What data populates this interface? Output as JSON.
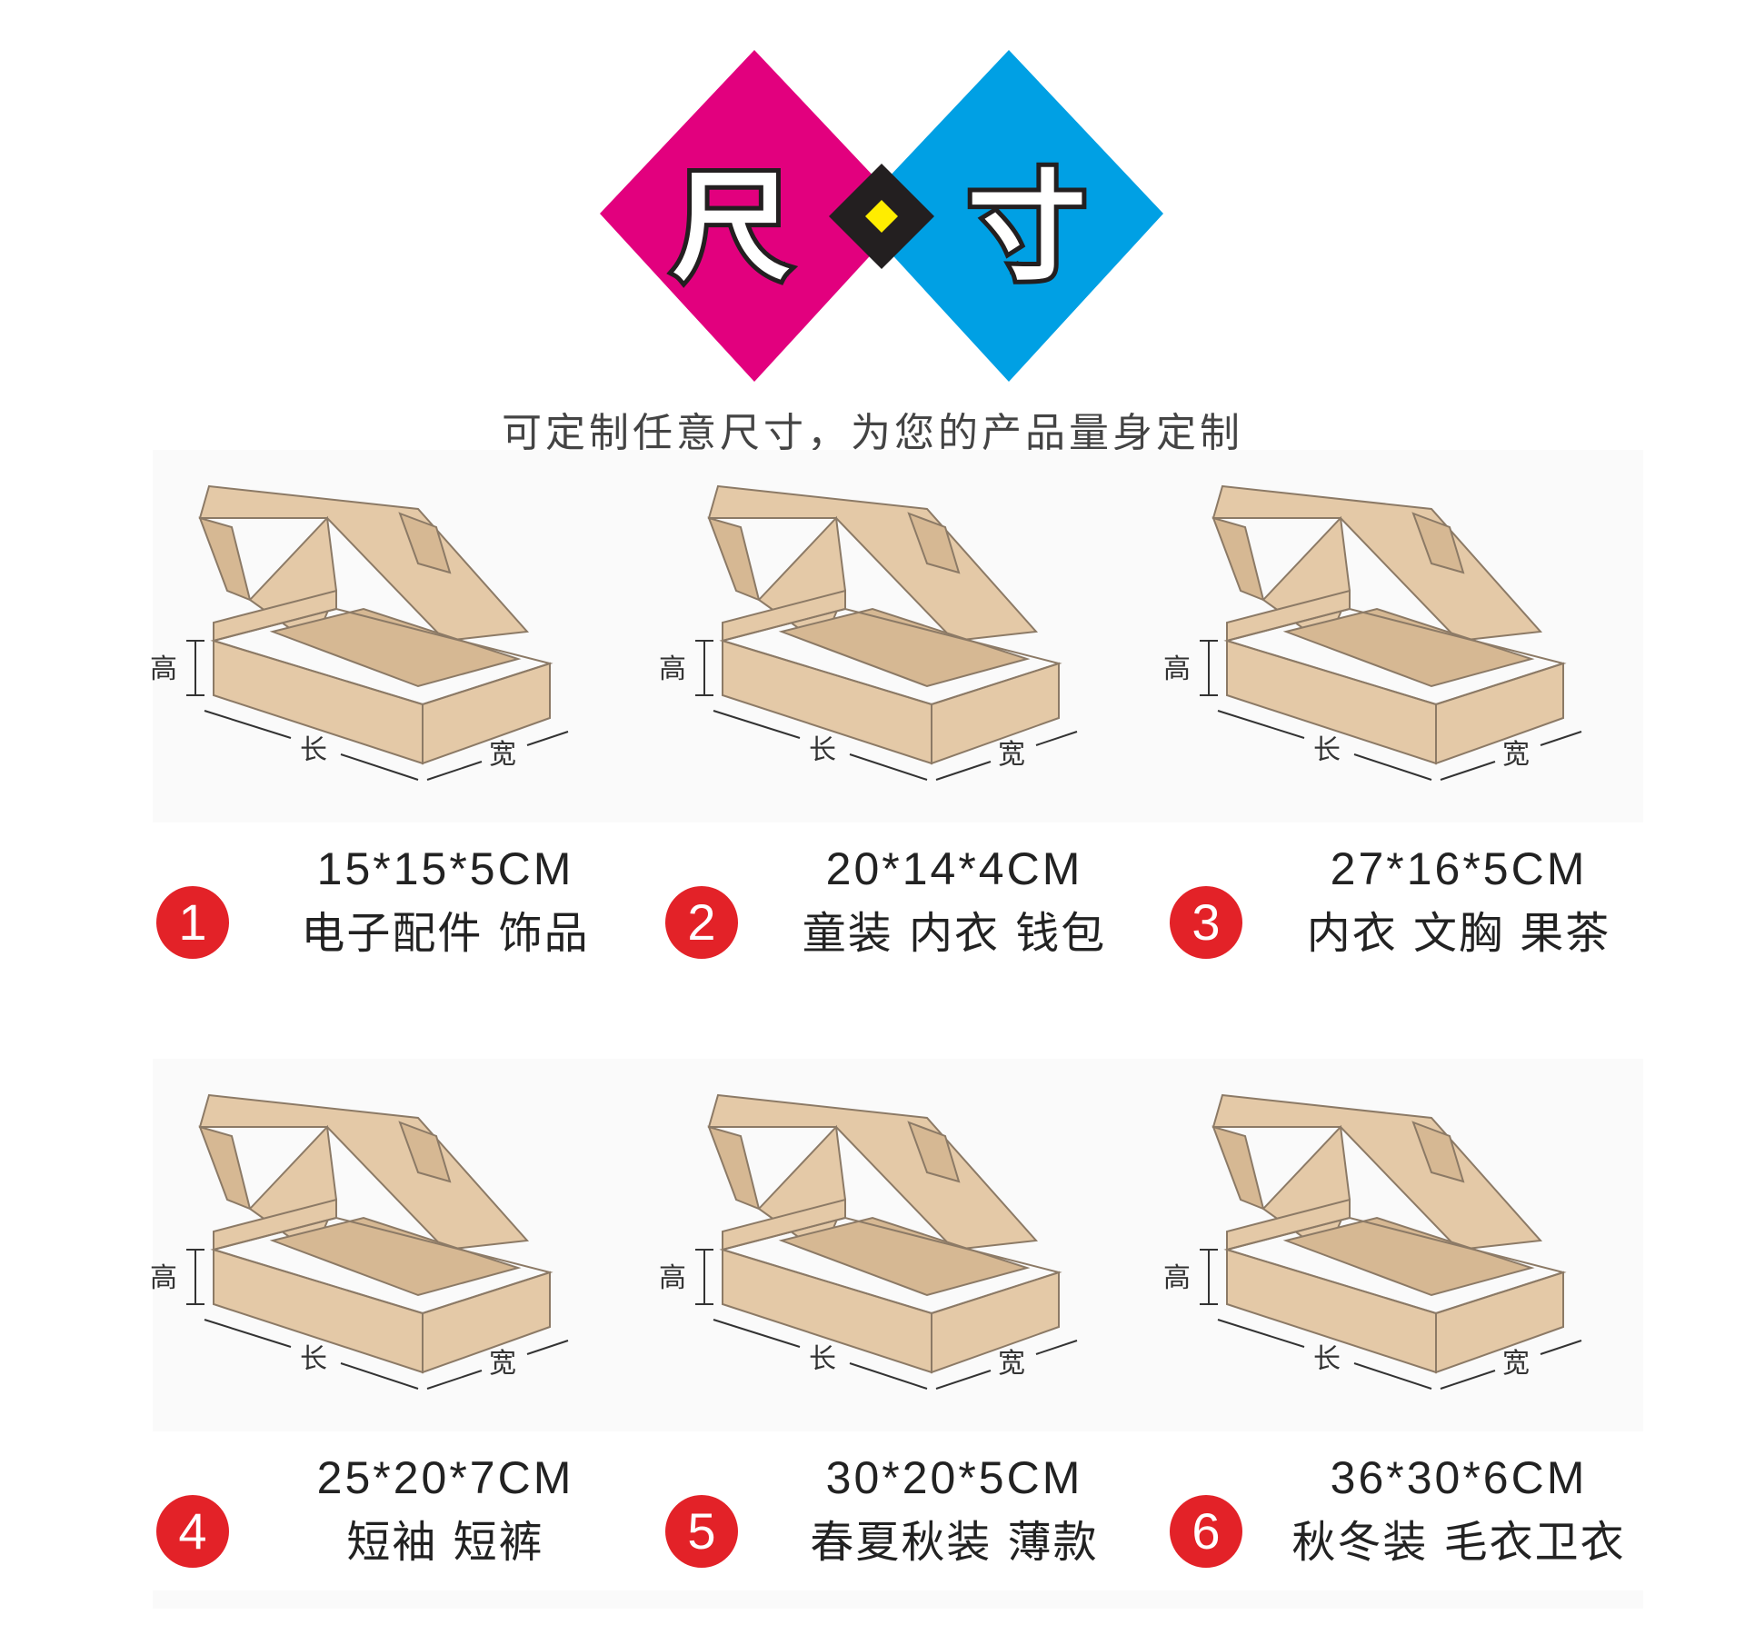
{
  "header": {
    "title_left": "尺",
    "title_right": "寸",
    "subtitle": "可定制任意尺寸，为您的产品量身定制",
    "colors": {
      "magenta": "#e2007e",
      "cyan": "#00a0e4",
      "yellow": "#ffed00",
      "black": "#231f20"
    }
  },
  "box_labels": {
    "height": "高",
    "length": "长",
    "width": "宽"
  },
  "sizes": [
    {
      "number": "1",
      "dims": "15*15*5CM",
      "uses": "电子配件 饰品"
    },
    {
      "number": "2",
      "dims": "20*14*4CM",
      "uses": "童装 内衣 钱包"
    },
    {
      "number": "3",
      "dims": "27*16*5CM",
      "uses": "内衣 文胸 果茶"
    },
    {
      "number": "4",
      "dims": "25*20*7CM",
      "uses": "短袖 短裤"
    },
    {
      "number": "5",
      "dims": "30*20*5CM",
      "uses": "春夏秋装 薄款"
    },
    {
      "number": "6",
      "dims": "36*30*6CM",
      "uses": "秋冬装 毛衣卫衣"
    }
  ],
  "colors": {
    "badge": "#e32228",
    "kraft": "#e4c9a7",
    "kraft_dark": "#d6b893",
    "outline": "#8c7a66"
  }
}
